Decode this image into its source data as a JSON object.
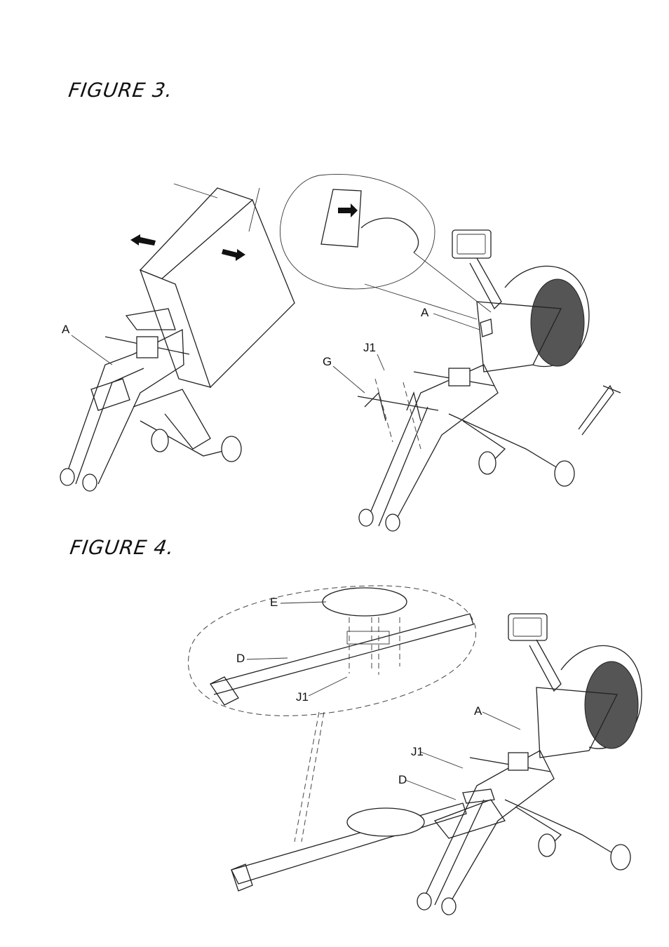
{
  "figure3": {
    "title": "FIGURE 3.",
    "labels": {
      "a_left": "A",
      "a_right": "A",
      "j1": "J1",
      "g": "G"
    }
  },
  "figure4": {
    "title": "FIGURE 4.",
    "labels": {
      "e": "E",
      "d_inset": "D",
      "j1_inset": "J1",
      "a": "A",
      "j1": "J1",
      "d": "D"
    }
  }
}
